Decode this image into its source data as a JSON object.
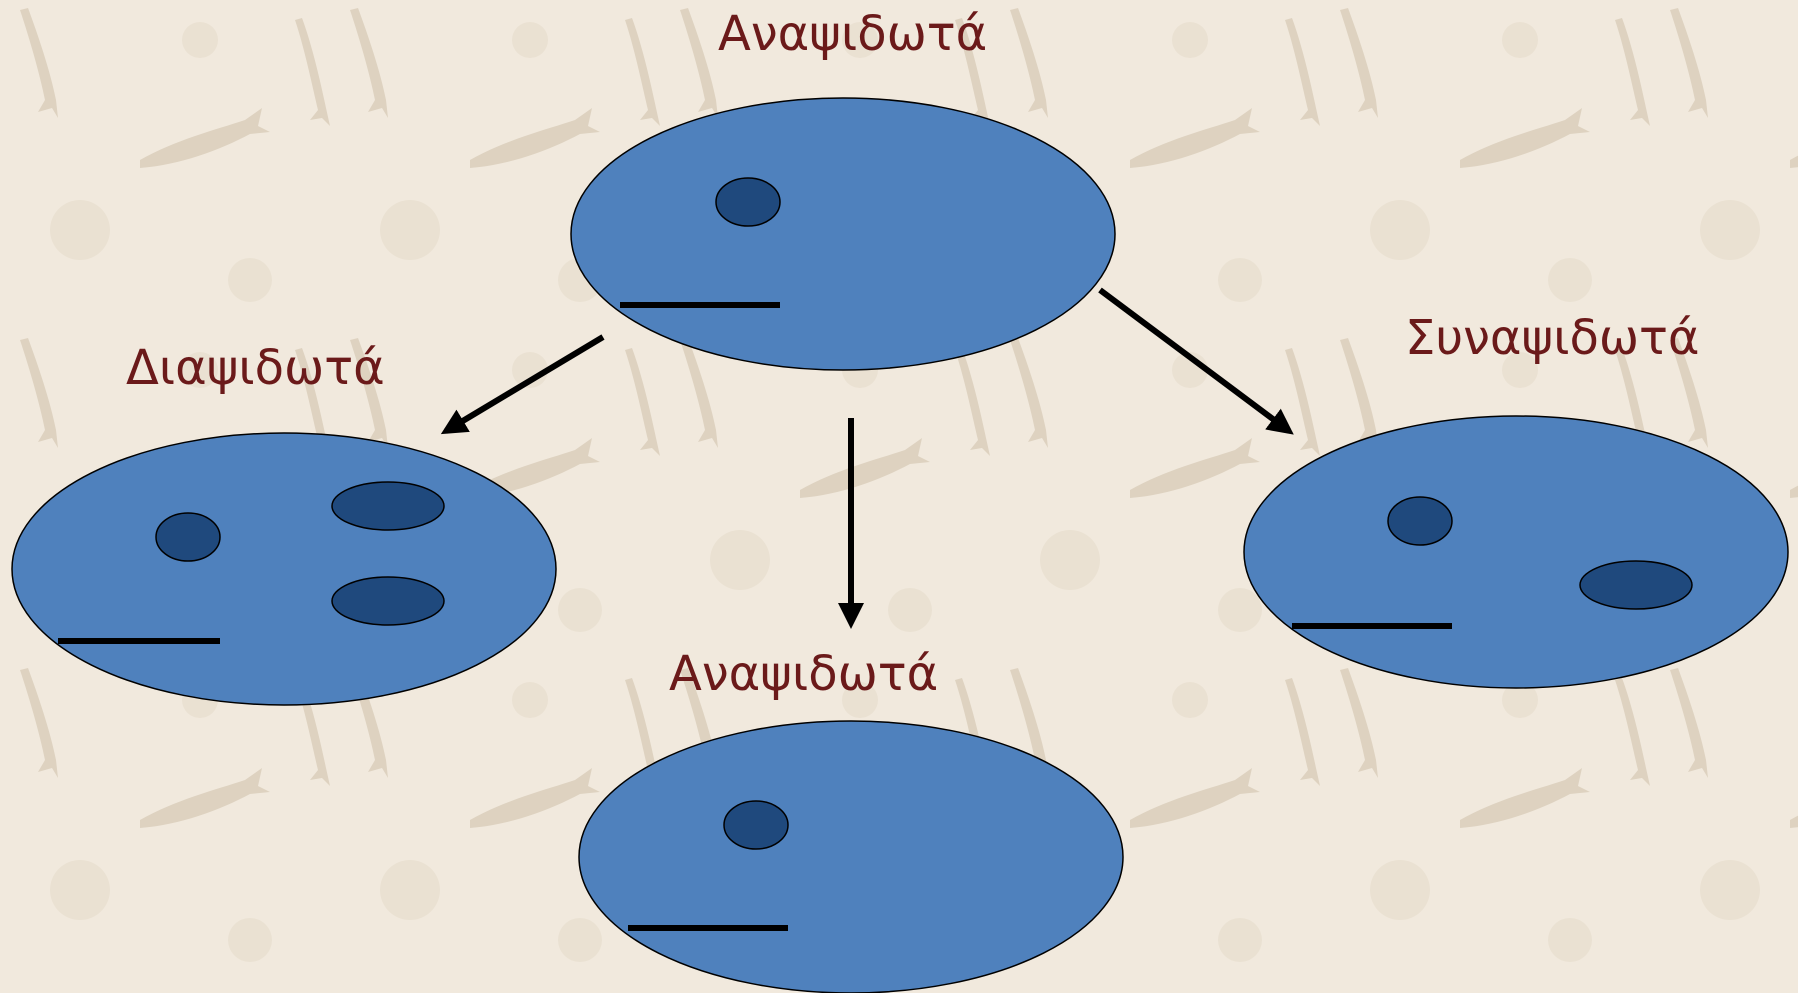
{
  "diagram": {
    "labels": {
      "top": "Αναψιδωτά",
      "left": "Διαψιδωτά",
      "bottom": "Αναψιδωτά",
      "right": "Συναψιδωτά"
    },
    "colors": {
      "background": "#f1e9dd",
      "skull_fill": "#4f81bd",
      "opening_fill": "#1f497d",
      "outline": "#000000",
      "label_text": "#6b1a1a"
    },
    "skulls": [
      {
        "id": "top",
        "temporal_openings": 0
      },
      {
        "id": "left",
        "temporal_openings": 2
      },
      {
        "id": "bottom",
        "temporal_openings": 0
      },
      {
        "id": "right",
        "temporal_openings": 1
      }
    ],
    "arrows": [
      {
        "from": "top",
        "to": "left"
      },
      {
        "from": "top",
        "to": "bottom"
      },
      {
        "from": "top",
        "to": "right"
      }
    ]
  }
}
